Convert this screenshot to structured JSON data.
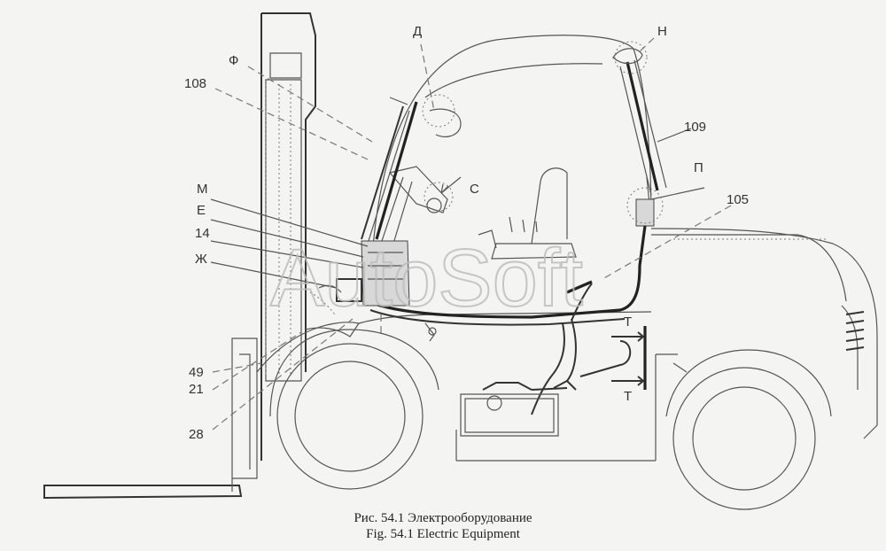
{
  "labels": {
    "f": "Ф",
    "d": "Д",
    "n": "Н",
    "l108": "108",
    "l109": "109",
    "c": "C",
    "p": "П",
    "l105": "105",
    "m": "М",
    "e": "Е",
    "l14": "14",
    "zh": "Ж",
    "t_top": "T",
    "t_bottom": "T",
    "l49": "49",
    "l21": "21",
    "l28": "28"
  },
  "watermark": "AutoSoft",
  "caption": {
    "ru": "Рис. 54.1 Электрооборудование",
    "en": "Fig. 54.1 Electric Equipment"
  }
}
